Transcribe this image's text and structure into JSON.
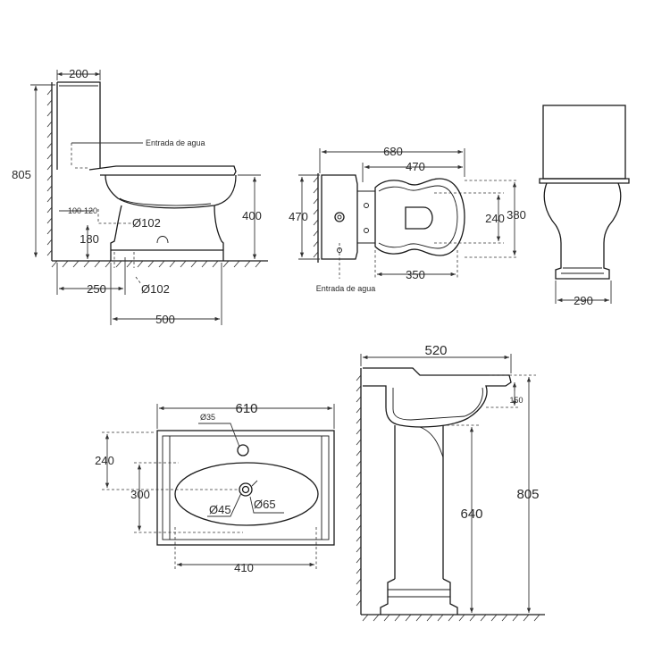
{
  "toilet_side": {
    "tank_depth": "200",
    "total_height": "805",
    "water_inlet": "Entrada de agua",
    "inlet_range": "100-120",
    "inlet_diameter": "Ø102",
    "seat_height": "400",
    "inlet_height": "180",
    "drain_distance": "250",
    "drain_diameter": "Ø102",
    "base_length": "500"
  },
  "toilet_top": {
    "total_length": "680",
    "bowl_length": "470",
    "width": "470",
    "outer_width": "380",
    "inner_width": "240",
    "seat_length": "350",
    "water_inlet": "Entrada de agua"
  },
  "toilet_front": {
    "base_width": "290"
  },
  "basin_top": {
    "width": "610",
    "tap_hole": "Ø35",
    "depth": "240",
    "bowl_depth": "300",
    "drain_inner": "Ø45",
    "drain_outer": "Ø65",
    "bowl_width": "410"
  },
  "basin_side": {
    "depth": "520",
    "rim_height": "150",
    "pedestal_height": "640",
    "total_height": "805"
  }
}
